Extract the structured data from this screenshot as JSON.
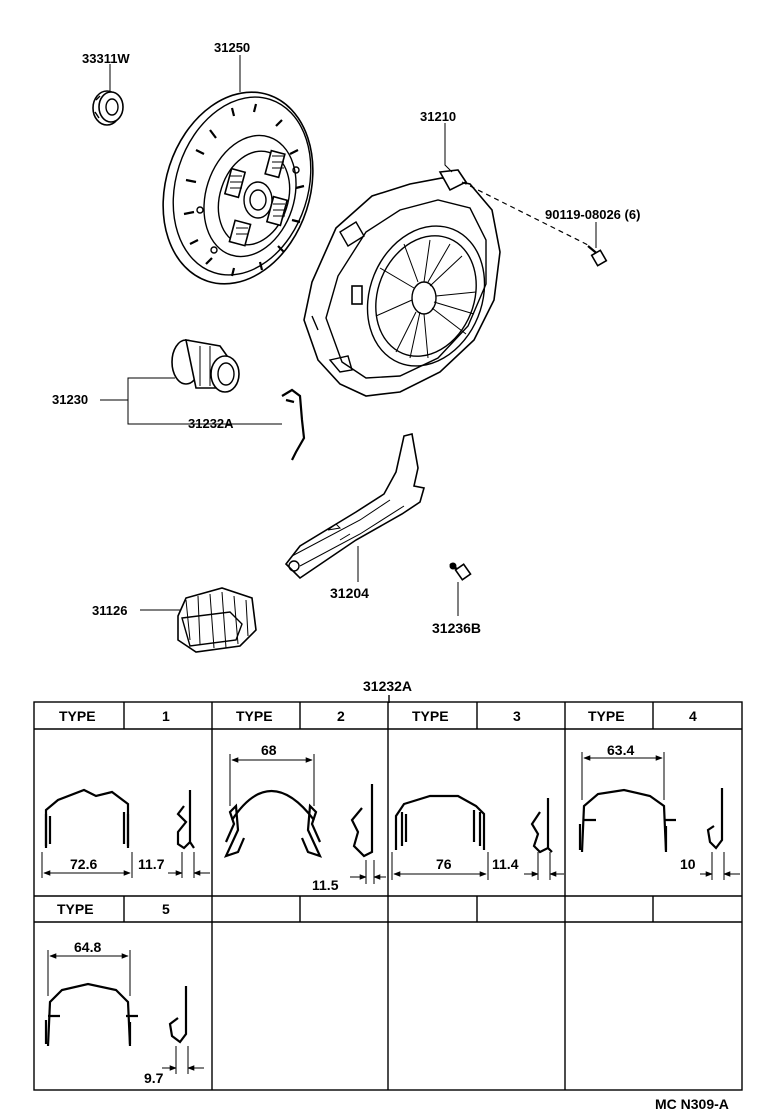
{
  "parts": {
    "bearing": "33311W",
    "disc": "31250",
    "cover": "31210",
    "bolt": "90119-08026 (6)",
    "release_bearing": "31230",
    "clip": "31232A",
    "fork": "31204",
    "boot": "31126",
    "pivot": "31236B"
  },
  "table": {
    "title": "31232A",
    "header_label": "TYPE",
    "types": [
      {
        "num": "1",
        "dim_width": "72.6",
        "dim_side": "11.7"
      },
      {
        "num": "2",
        "dim_width": "68",
        "dim_side": "11.5"
      },
      {
        "num": "3",
        "dim_width": "76",
        "dim_side": "11.4"
      },
      {
        "num": "4",
        "dim_width": "63.4",
        "dim_side": "10"
      },
      {
        "num": "5",
        "dim_width": "64.8",
        "dim_side": "9.7"
      }
    ]
  },
  "footer_code": "MC N309-A"
}
